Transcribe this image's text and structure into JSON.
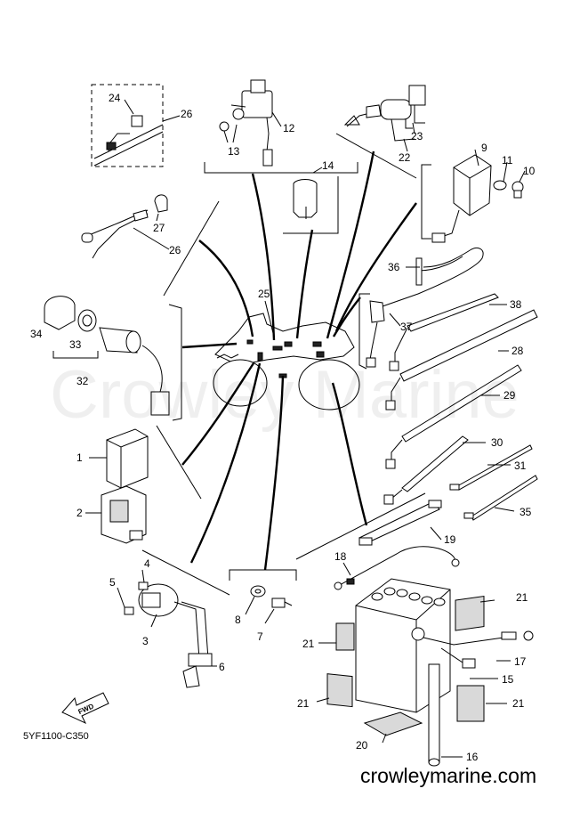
{
  "watermark": "Crowley Marine",
  "diagram_code": "5YF1100-C350",
  "site_url": "crowleymarine.com",
  "fwd_label": "FWD",
  "callouts": [
    "1",
    "2",
    "3",
    "4",
    "5",
    "6",
    "7",
    "8",
    "9",
    "10",
    "11",
    "12",
    "13",
    "14",
    "15",
    "16",
    "17",
    "18",
    "19",
    "20",
    "21",
    "21",
    "21",
    "21",
    "22",
    "23",
    "24",
    "25",
    "26",
    "26",
    "27",
    "28",
    "29",
    "30",
    "31",
    "32",
    "33",
    "34",
    "35",
    "36",
    "37",
    "38"
  ]
}
